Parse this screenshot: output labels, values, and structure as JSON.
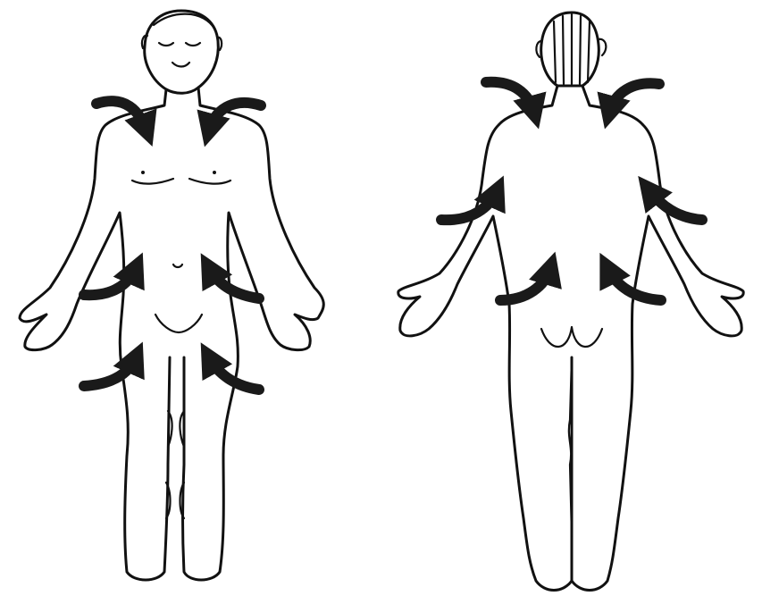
{
  "figure": {
    "views": [
      "front",
      "back"
    ],
    "arrow_color": "#1a1a1a",
    "outline_color": "#111111",
    "background": "#ffffff",
    "front_arrow_count": 6,
    "back_arrow_count": 6
  }
}
